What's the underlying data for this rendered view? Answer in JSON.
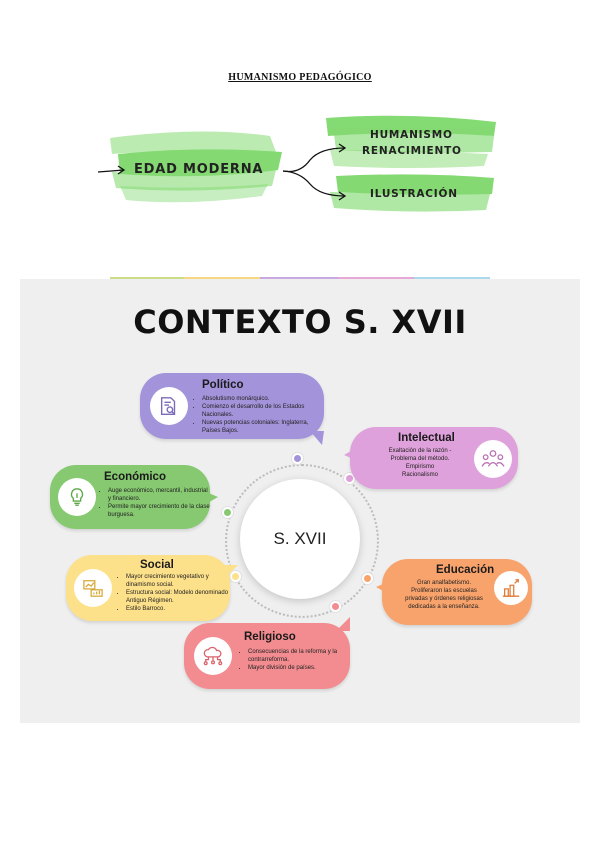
{
  "document": {
    "title": "HUMANISMO PEDAGÓGICO"
  },
  "concept_map": {
    "root": "EDAD MODERNA",
    "branches": [
      {
        "line1": "HUMANISMO",
        "line2": "RENACIMIENTO"
      },
      {
        "line1": "ILUSTRACIÓN"
      }
    ],
    "highlight_color": "#6fd35a"
  },
  "infographic": {
    "title": "CONTEXTO S. XVII",
    "center": "S. XVII",
    "cards": {
      "politico": {
        "title": "Político",
        "color": "#a393da",
        "icon": "document-search-icon",
        "items": [
          "Absolutismo monárquico.",
          "Comienzo el desarrollo de los Estados Nacionales.",
          "Nuevas potencias coloniales: Inglaterra, Países Bajos."
        ]
      },
      "intelectual": {
        "title": "Intelectual",
        "color": "#dfa1db",
        "icon": "people-group-icon",
        "lines": [
          "Exaltación de la razón -",
          "Problema del método.",
          "Empirismo",
          "Racionalismo"
        ]
      },
      "economico": {
        "title": "Económico",
        "color": "#86c971",
        "icon": "lightbulb-icon",
        "items": [
          "Auge económico, mercantil, industrial y financiero.",
          "Permite mayor crecimiento de la clase burguesa."
        ]
      },
      "social": {
        "title": "Social",
        "color": "#fde08a",
        "icon": "charts-icon",
        "items": [
          "Mayor crecimiento vegetativo y dinamismo social.",
          "Estructura social: Modelo denominado Antiguo Régimen.",
          "Estilo Barroco."
        ]
      },
      "educacion": {
        "title": "Educación",
        "color": "#f9a36c",
        "icon": "bar-chart-icon",
        "lines": [
          "Gran analfabetismo.",
          "Proliferaron las escuelas",
          "privadas y órdenes religiosas",
          "dedicadas a la enseñanza."
        ]
      },
      "religioso": {
        "title": "Religioso",
        "color": "#f28c90",
        "icon": "cloud-network-icon",
        "items": [
          "Consecuencias de la reforma y la contrarreforma.",
          "Mayor división de países."
        ]
      }
    },
    "stripe_colors": [
      "#c8dc8a",
      "#f4d780",
      "#c7a8e0",
      "#e6a9d6",
      "#a9d9ea"
    ]
  }
}
